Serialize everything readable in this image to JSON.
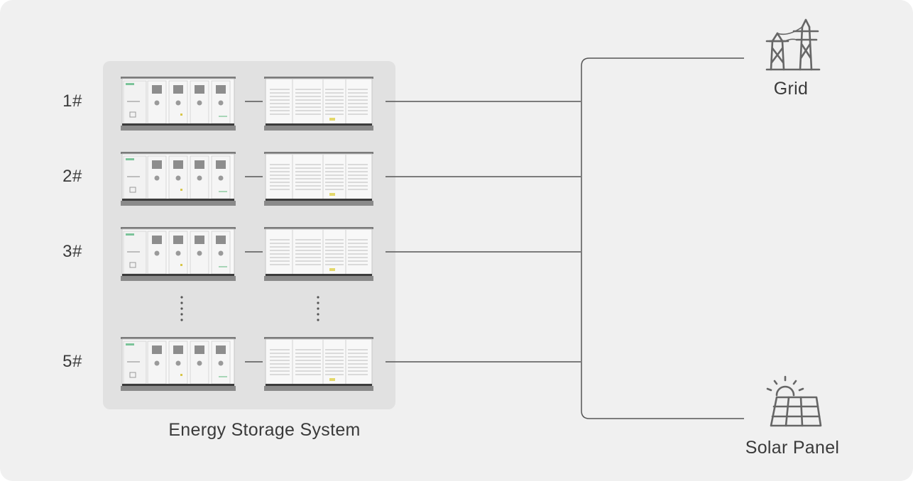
{
  "rows": [
    {
      "label": "1#"
    },
    {
      "label": "2#"
    },
    {
      "label": "3#"
    },
    {
      "label": "5#"
    }
  ],
  "ess": {
    "caption": "Energy Storage System"
  },
  "grid": {
    "label": "Grid",
    "icon": "transmission-tower-icon"
  },
  "solar": {
    "label": "Solar Panel",
    "icon": "solar-panel-icon"
  },
  "colors": {
    "background": "#f0f0f0",
    "panel": "#e1e1e1",
    "line": "#555555",
    "text": "#3a3a3a"
  }
}
